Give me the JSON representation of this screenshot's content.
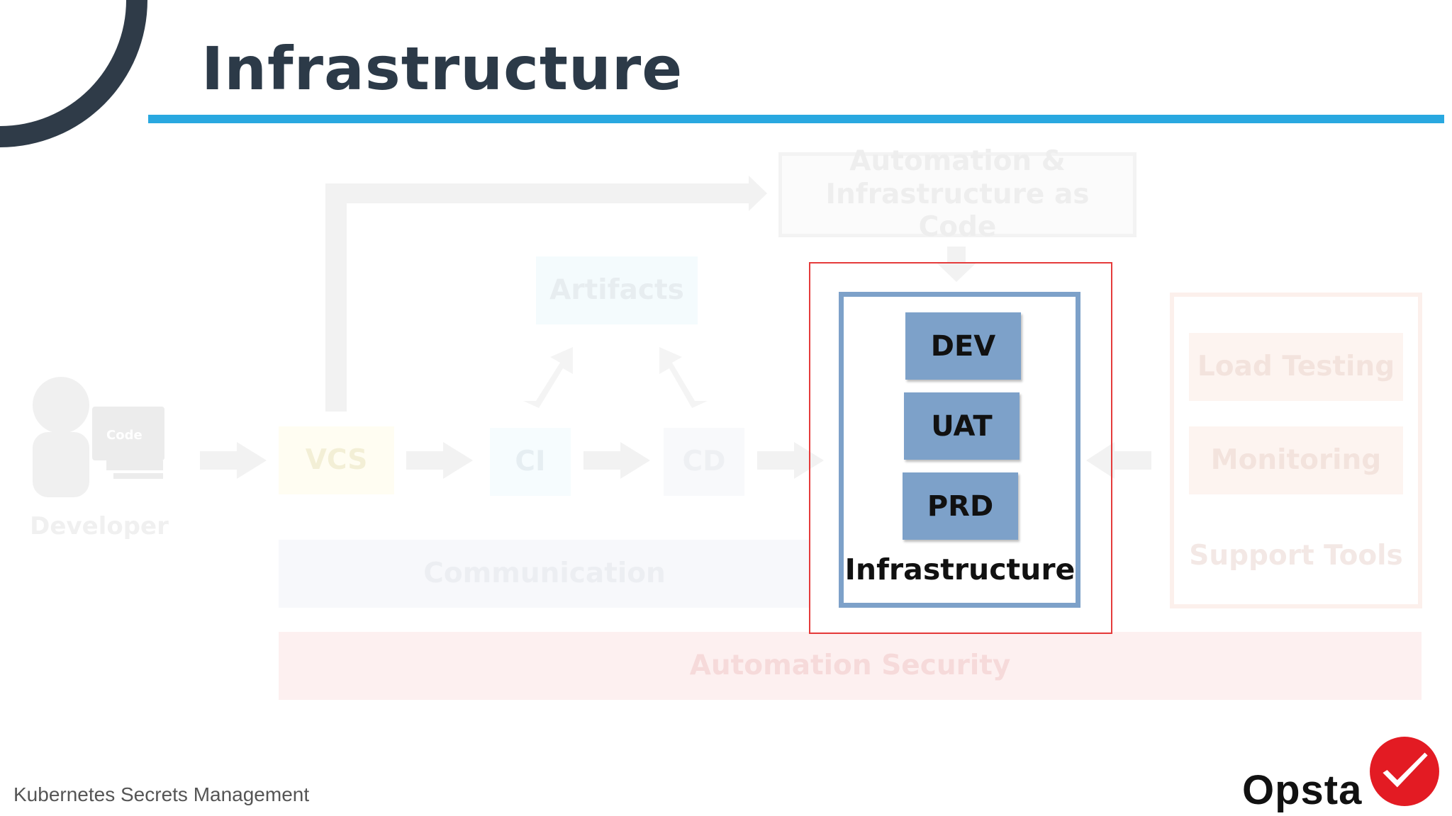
{
  "slide": {
    "title": "Infrastructure",
    "footer": "Kubernetes Secrets Management",
    "logo_text": "Opsta"
  },
  "diagram": {
    "automation_iac": "Automation & Infrastructure as Code",
    "artifacts": "Artifacts",
    "developer": "Developer",
    "developer_screen_text": "Code",
    "vcs": "VCS",
    "ci": "CI",
    "cd": "CD",
    "communication": "Communication",
    "automation_security": "Automation Security",
    "support": {
      "load_testing": "Load Testing",
      "monitoring": "Monitoring",
      "label": "Support Tools"
    },
    "infrastructure": {
      "environments": [
        "DEV",
        "UAT",
        "PRD"
      ],
      "label": "Infrastructure"
    }
  },
  "colors": {
    "title": "#2c3a48",
    "rule": "#29a8e0",
    "environment_box": "#7da1c9",
    "highlight": "#e53b3b",
    "logo_red": "#e31b23"
  }
}
